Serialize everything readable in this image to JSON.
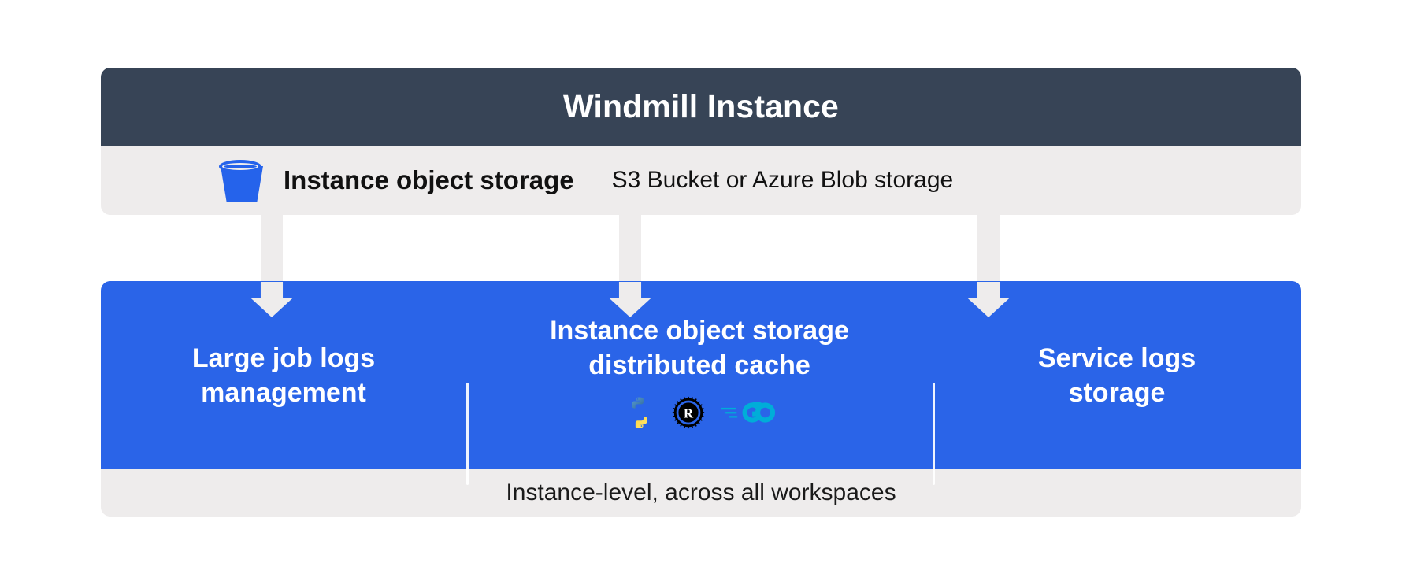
{
  "header": {
    "title": "Windmill Instance"
  },
  "storage_row": {
    "icon": "bucket-icon",
    "label": "Instance object storage",
    "description": "S3 Bucket or Azure Blob storage"
  },
  "columns": [
    {
      "title": "Large job logs\nmanagement",
      "languages": []
    },
    {
      "title": "Instance object storage\ndistributed cache",
      "languages": [
        "python-icon",
        "rust-icon",
        "go-icon"
      ]
    },
    {
      "title": "Service logs\nstorage",
      "languages": []
    }
  ],
  "footer": {
    "text": "Instance-level, across all workspaces"
  },
  "colors": {
    "header_bg": "#374456",
    "strip_bg": "#eeecec",
    "panel_bg": "#2a64e8",
    "accent_blue": "#2563eb",
    "go_cyan": "#00ADD8",
    "python_blue": "#4B8BBE",
    "python_yellow": "#FFD43B",
    "rust_black": "#000000",
    "text_light": "#ffffff",
    "text_dark": "#111111",
    "page_bg": "#ffffff"
  }
}
